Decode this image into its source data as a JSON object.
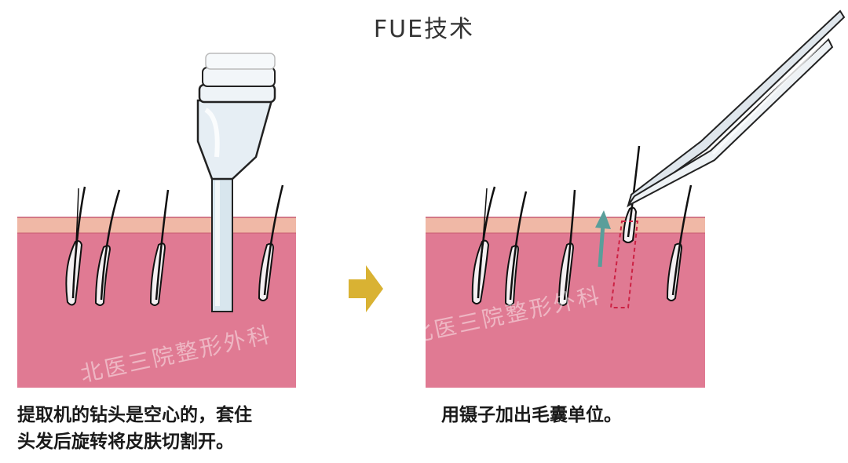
{
  "title": "FUE技术",
  "left_caption": {
    "line1": "提取机的钻头是空心的，套住",
    "line2": "头发后旋转将皮肤切割开。"
  },
  "right_caption": "用镊子加出毛囊单位。",
  "watermark_text": "北医三院整形外科",
  "colors": {
    "skin": "#e07a93",
    "epidermis": "#f0b8a6",
    "follicle": "#f4f0f2",
    "hair": "#111111",
    "arrow": "#d9b233",
    "lift_arrow": "#5a9e9a",
    "dashed_outline": "#cc2244"
  },
  "icons": {
    "drill": "hollow-punch-icon",
    "tweezers": "tweezers-icon",
    "next_step": "arrow-right-icon",
    "lift": "arrow-up-icon"
  }
}
